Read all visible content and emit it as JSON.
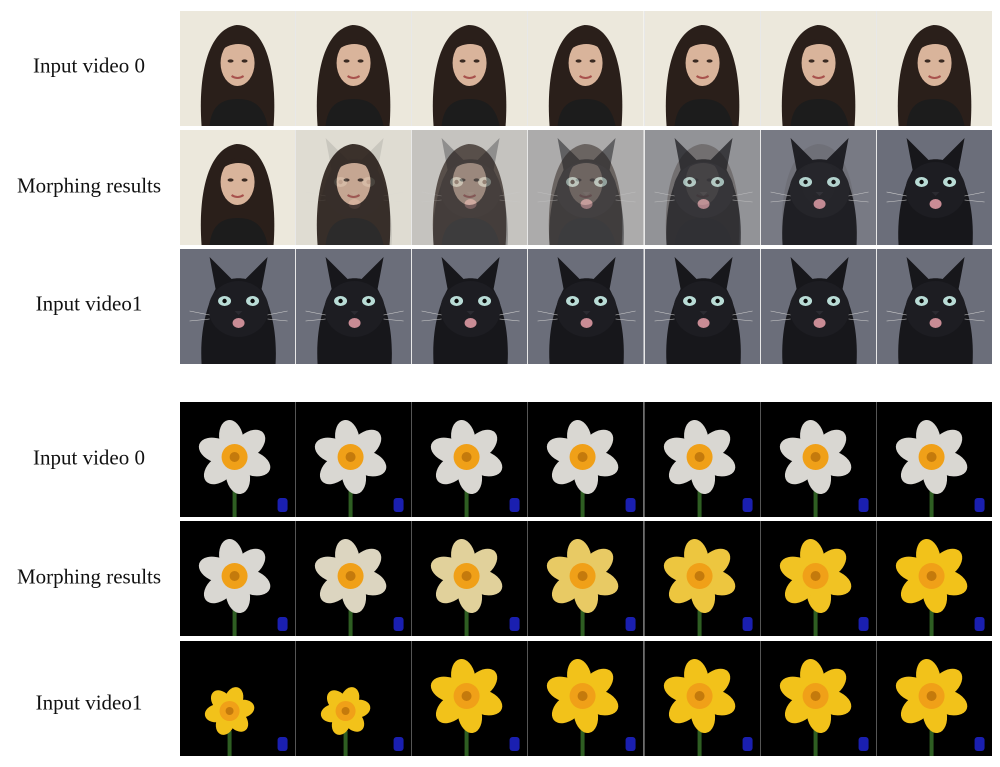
{
  "sections": [
    {
      "id": "face-cat",
      "rows": [
        {
          "label": "Input video 0",
          "frames": [
            "woman",
            "woman",
            "woman",
            "woman",
            "woman",
            "woman",
            "woman"
          ]
        },
        {
          "label": "Morphing results",
          "frames": [
            0.0,
            0.1,
            0.3,
            0.5,
            0.7,
            0.9,
            1.0
          ]
        },
        {
          "label": "Input video1",
          "frames": [
            "cat",
            "cat",
            "cat",
            "cat",
            "cat",
            "cat",
            "cat"
          ]
        }
      ]
    },
    {
      "id": "flower",
      "rows": [
        {
          "label": "Input video 0",
          "frames": [
            "white-daffodil",
            "white-daffodil",
            "white-daffodil",
            "white-daffodil",
            "white-daffodil",
            "white-daffodil",
            "white-daffodil"
          ]
        },
        {
          "label": "Morphing results",
          "frames": [
            0.0,
            0.1,
            0.3,
            0.6,
            0.8,
            0.95,
            1.0
          ]
        },
        {
          "label": "Input video1",
          "frames": [
            "yellow-daffodil-bud",
            "yellow-daffodil-bud",
            "yellow-daffodil",
            "yellow-daffodil",
            "yellow-daffodil",
            "yellow-daffodil",
            "yellow-daffodil"
          ]
        }
      ]
    }
  ],
  "colors": {
    "face_bg": "#ece8dc",
    "cat_bg": "#6b6e7a",
    "flower_bg": "#000000",
    "petal_white": "#d9d7d2",
    "petal_yellow": "#f2c21a",
    "trumpet": "#f0a018"
  }
}
